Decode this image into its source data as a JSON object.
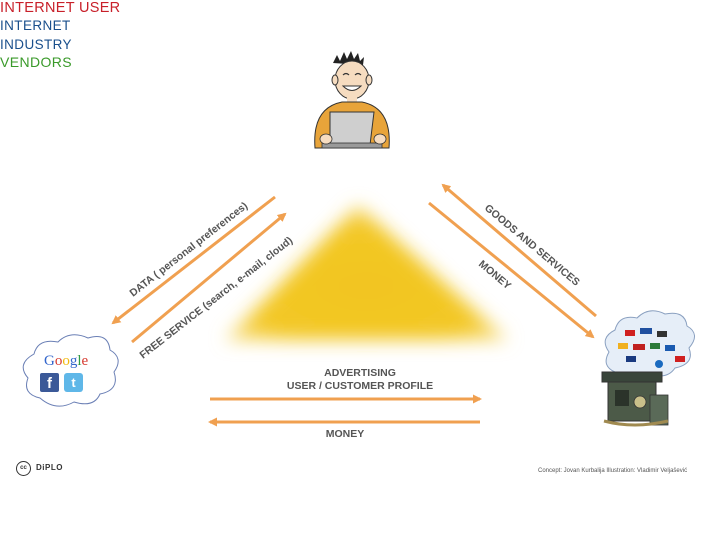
{
  "nodes": {
    "internet_user": "INTERNET USER",
    "internet_industry": [
      "INTERNET",
      "INDUSTRY"
    ],
    "vendors": "VENDORS"
  },
  "flows": {
    "data_to_industry": "DATA ( personal preferences)",
    "free_service_to_user": "FREE SERVICE (search, e-mail, cloud)",
    "goods_to_user": "GOODS AND SERVICES",
    "money_to_vendors": "MONEY",
    "advertising_line1": "ADVERTISING",
    "advertising_line2": "USER / CUSTOMER PROFILE",
    "money_to_industry": "MONEY"
  },
  "brands": {
    "google": "Google",
    "facebook": "f",
    "twitter": "t"
  },
  "footer": {
    "cc_badge": "cc",
    "logo": "DiPLO",
    "credit": "Concept: Jovan Kurbalija Illustration: Vladimir Veljašević"
  },
  "colors": {
    "arrow": "#f0a050",
    "triangle": "#f2c521",
    "user_title": "#c8202a",
    "industry_title": "#1a4f8c",
    "vendors_title": "#3a9a2a"
  }
}
